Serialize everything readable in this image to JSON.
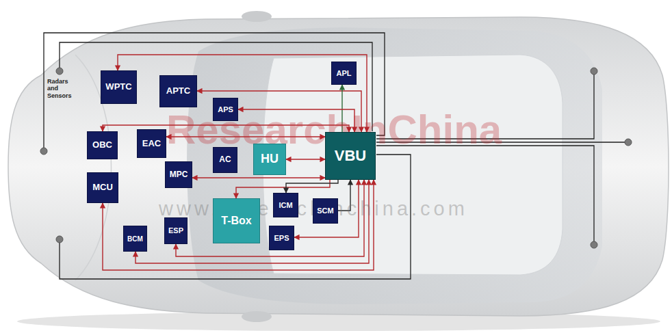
{
  "diagram": {
    "nodes": [
      {
        "text": [
          "WPTC"
        ]
      },
      {
        "text": [
          "APTC"
        ]
      },
      {
        "text": [
          "APL"
        ]
      },
      {
        "text": [
          "APS"
        ]
      },
      {
        "text": [
          "OBC"
        ]
      },
      {
        "text": [
          "EAC"
        ]
      },
      {
        "text": [
          "AC"
        ]
      },
      {
        "text": [
          "HU"
        ]
      },
      {
        "text": [
          "VBU"
        ]
      },
      {
        "text": [
          "MPC"
        ]
      },
      {
        "text": [
          "MCU"
        ]
      },
      {
        "text": [
          "ICM"
        ]
      },
      {
        "text": [
          "T-Box"
        ]
      },
      {
        "text": [
          "SCM"
        ]
      },
      {
        "text": [
          "BCM"
        ]
      },
      {
        "text": [
          "ESP"
        ]
      },
      {
        "text": [
          "EPS"
        ]
      }
    ],
    "edges": [
      {
        "from": 8,
        "to": 0,
        "arrow": "both"
      },
      {
        "from": 8,
        "to": 1,
        "arrow": "both"
      },
      {
        "from": 8,
        "to": 2,
        "arrow": "to"
      },
      {
        "from": 8,
        "to": 3,
        "arrow": "both"
      },
      {
        "from": 8,
        "to": 4,
        "arrow": "both"
      },
      {
        "from": 8,
        "to": 5,
        "arrow": "both"
      },
      {
        "from": 8,
        "to": 7,
        "arrow": "both"
      },
      {
        "from": 8,
        "to": 9,
        "arrow": "both"
      },
      {
        "from": 8,
        "to": 12,
        "arrow": "to"
      },
      {
        "from": 8,
        "to": 11,
        "arrow": "to"
      },
      {
        "from": 13,
        "to": 8,
        "arrow": "to"
      },
      {
        "from": 8,
        "to": 16,
        "arrow": "both"
      },
      {
        "from": 8,
        "to": 15,
        "arrow": "both"
      },
      {
        "from": 8,
        "to": 14,
        "arrow": "both"
      },
      {
        "from": 8,
        "to": 10,
        "arrow": "both"
      }
    ],
    "labels": [
      "Radars and Sensors",
      "ResearchInChina",
      "www.researchinchina.com"
    ]
  }
}
